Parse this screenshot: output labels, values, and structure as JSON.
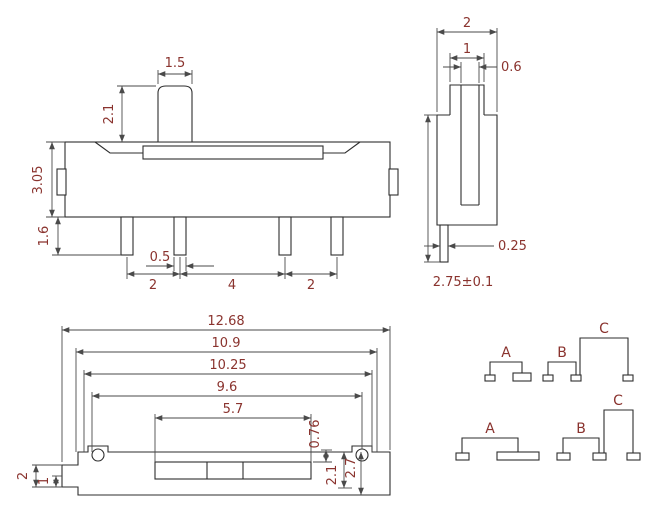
{
  "front_view": {
    "knob_width": "1.5",
    "knob_height": "2.1",
    "body_height": "3.05",
    "pin_length": "1.6",
    "pin_width": "0.5",
    "pitch_left": "2",
    "pitch_center": "4",
    "pitch_right": "2"
  },
  "side_view": {
    "total_width": "2",
    "stem_width": "1",
    "slot_width": "0.6",
    "pin_thickness": "0.25",
    "total_height": "2.75±0.1"
  },
  "bottom_view": {
    "overall_length": "12.68",
    "body_length": "10.9",
    "inner_length": "10.25",
    "travel_length": "9.6",
    "slot_length": "5.7",
    "notch_width": "0.76",
    "left_step_outer": "2",
    "left_step_inner": "1",
    "right_step_inner": "2.1",
    "right_step_outer": "2.7"
  },
  "schematic_top": {
    "pos_a": "A",
    "pos_b": "B",
    "pos_c": "C"
  },
  "schematic_bottom": {
    "pos_a": "A",
    "pos_b": "B",
    "pos_c": "C"
  }
}
